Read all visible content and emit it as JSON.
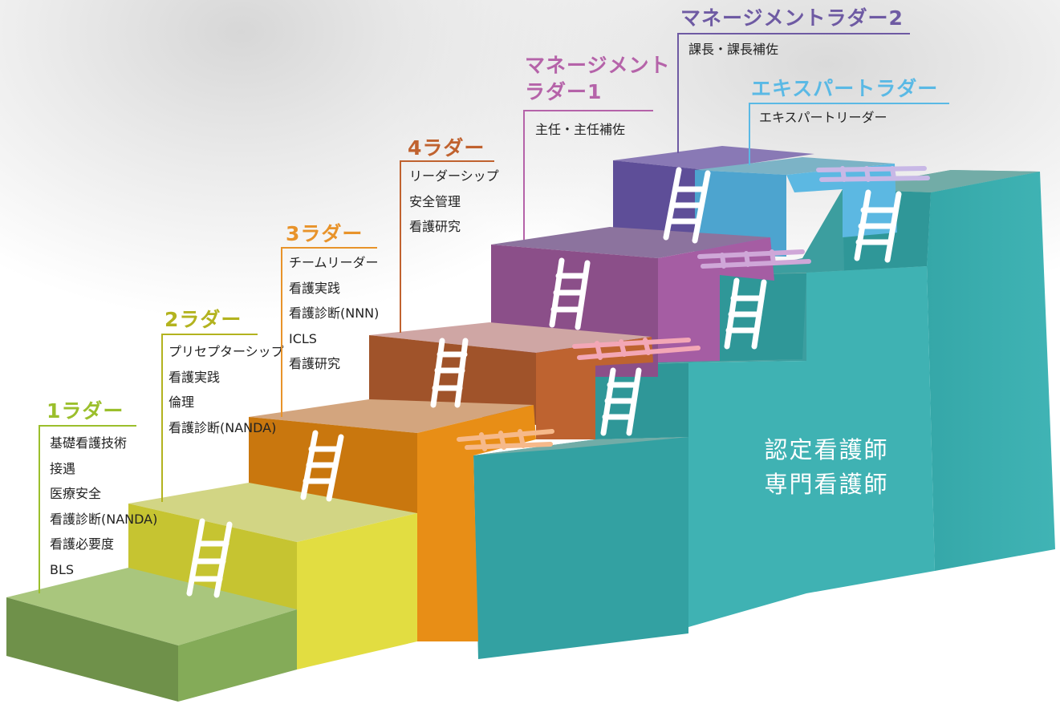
{
  "colors": {
    "ladder1": "#9bbf2c",
    "ladder2": "#b3b31f",
    "ladder3": "#e8932a",
    "ladder4": "#c0622f",
    "management1": "#b563a9",
    "management2": "#6e5aa3",
    "expert": "#5ab9e5",
    "certified": "#3aafb0"
  },
  "ladders": [
    {
      "id": "ladder1",
      "title": "1ラダー",
      "items": [
        "基礎看護技術",
        "接遇",
        "医療安全",
        "看護診断(NANDA)",
        "看護必要度",
        "BLS"
      ]
    },
    {
      "id": "ladder2",
      "title": "2ラダー",
      "items": [
        "プリセプターシップ",
        "看護実践",
        "倫理",
        "看護診断(NANDA)"
      ]
    },
    {
      "id": "ladder3",
      "title": "3ラダー",
      "items": [
        "チームリーダー",
        "看護実践",
        "看護診断(NNN)",
        "ICLS",
        "看護研究"
      ]
    },
    {
      "id": "ladder4",
      "title": "4ラダー",
      "items": [
        "リーダーシップ",
        "安全管理",
        "看護研究"
      ]
    },
    {
      "id": "management1",
      "title_lines": [
        "マネージメント",
        "ラダー1"
      ],
      "items": [
        "主任・主任補佐"
      ]
    },
    {
      "id": "management2",
      "title": "マネージメントラダー2",
      "items": [
        "課長・課長補佐"
      ]
    },
    {
      "id": "expert",
      "title": "エキスパートラダー",
      "items": [
        "エキスパートリーダー"
      ]
    }
  ],
  "certified": {
    "lines": [
      "認定看護師",
      "専門看護師"
    ]
  }
}
